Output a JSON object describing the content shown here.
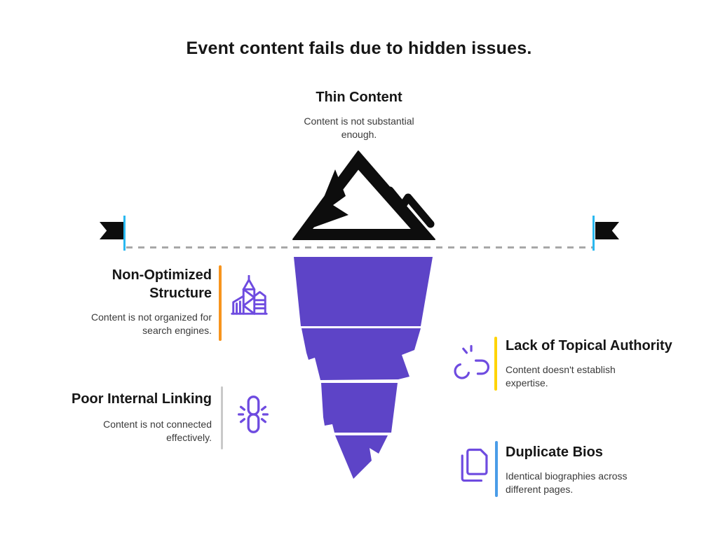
{
  "title": "Event content fails due to hidden issues.",
  "surface_issue": {
    "heading": "Thin Content",
    "description": "Content is not substantial enough.",
    "icon": "mountain-icon"
  },
  "hidden_issues": [
    {
      "heading": "Non-Optimized Structure",
      "description": "Content is not organized for search engines.",
      "icon": "building-structure-icon",
      "accent": "#F7941D",
      "side": "left"
    },
    {
      "heading": "Poor Internal Linking",
      "description": "Content is not connected effectively.",
      "icon": "chain-link-icon",
      "accent": "#C9C9C9",
      "side": "left"
    },
    {
      "heading": "Lack of Topical Authority",
      "description": "Content doesn't establish expertise.",
      "icon": "broken-link-icon",
      "accent": "#FFD403",
      "side": "right"
    },
    {
      "heading": "Duplicate Bios",
      "description": "Identical biographies across different pages.",
      "icon": "duplicate-pages-icon",
      "accent": "#4A9CE8",
      "side": "right"
    }
  ],
  "waterline": {
    "left_marker": "flag-icon",
    "right_marker": "flag-icon",
    "style": "dashed"
  },
  "iceberg": {
    "above_water_segments": 1,
    "below_water_segments": 4
  },
  "colors": {
    "iceberg_purple": "#5D44C7",
    "icon_purple": "#6E4BE0",
    "mountain_black": "#0D0D0D",
    "flag_black": "#0D0D0D",
    "pole_cyan": "#29B8F0",
    "waterline_gray": "#A8A8A8",
    "heading_black": "#161616",
    "body_gray": "#3A3A3A"
  }
}
